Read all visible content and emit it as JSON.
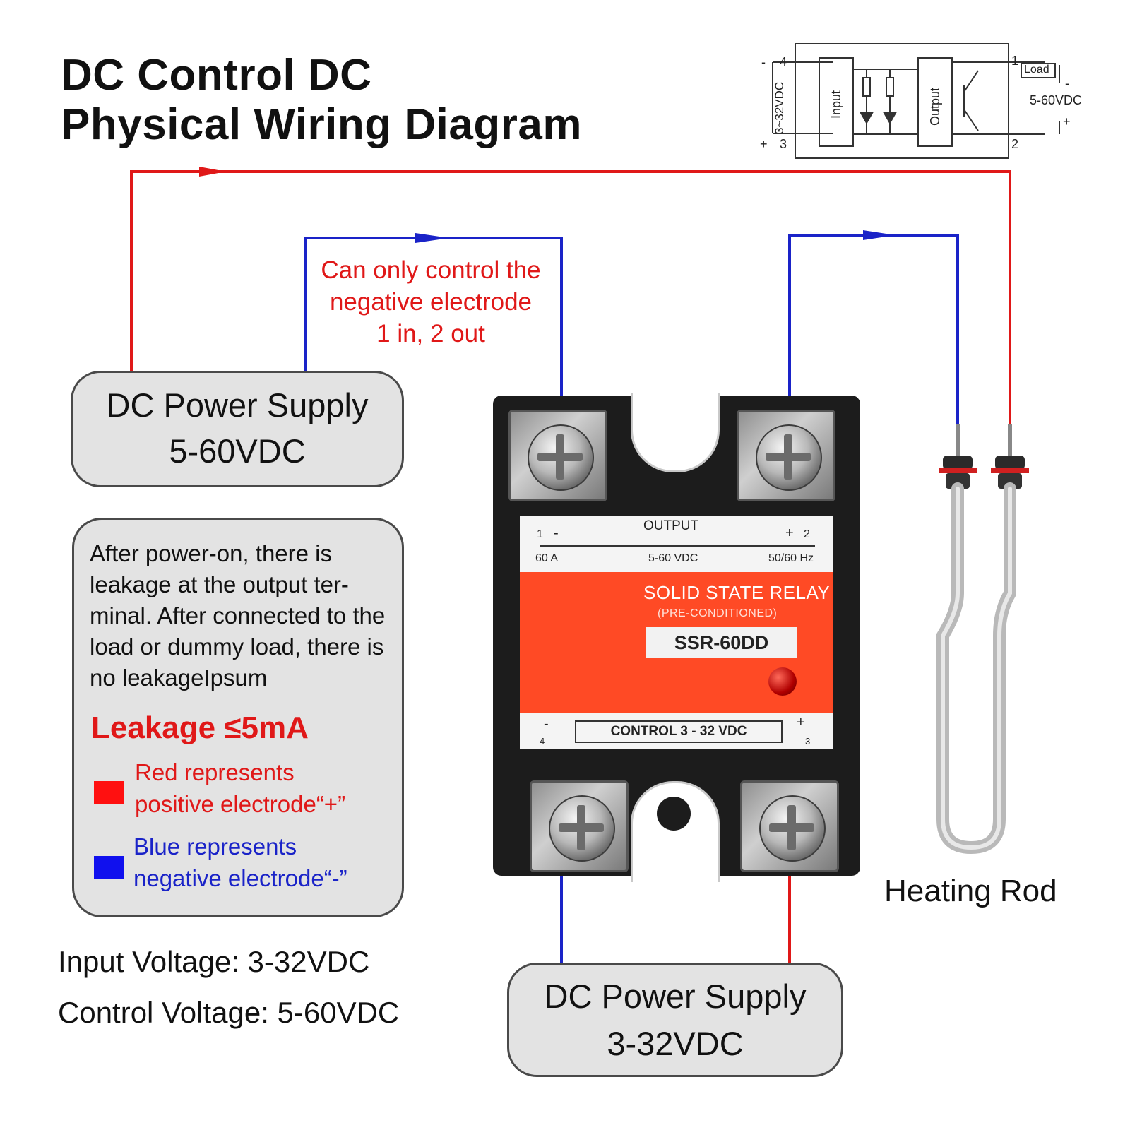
{
  "title": {
    "line1": "DC Control DC",
    "line2": "Physical Wiring Diagram"
  },
  "schematic": {
    "pin4": "4",
    "pin3": "3",
    "pin1": "1",
    "pin2": "2",
    "minus": "-",
    "plus": "+",
    "input_voltage": "3~32VDC",
    "input_block": "Input",
    "output_block": "Output",
    "load": "Load",
    "load_voltage": "5-60VDC"
  },
  "warning": {
    "line1": "Can only control the",
    "line2": "negative electrode",
    "line3": "1 in, 2 out"
  },
  "psu_top": {
    "line1": "DC Power Supply",
    "line2": "5-60VDC"
  },
  "note": {
    "text": "After power-on, there is leakage at the output ter-minal. After connected to the load or dummy load, there is no leakageIpsum",
    "leakage": "Leakage ≤5mA",
    "red_line1": "Red represents",
    "red_line2": "positive electrode“+”",
    "blue_line1": "Blue represents",
    "blue_line2": "negative electrode“-”"
  },
  "specs": {
    "input": "Input Voltage: 3-32VDC",
    "control": "Control Voltage: 5-60VDC"
  },
  "relay": {
    "output": "OUTPUT",
    "pin1": "1",
    "minus": "-",
    "plus": "+",
    "pin2": "2",
    "current": "60 A",
    "voltage": "5-60 VDC",
    "freq": "50/60 Hz",
    "title": "SOLID STATE RELAY",
    "subtitle": "(PRE-CONDITIONED)",
    "model": "SSR-60DD",
    "control": "CONTROL 3 - 32 VDC",
    "pin4": "4",
    "pin3": "3"
  },
  "psu_bottom": {
    "line1": "DC Power Supply",
    "line2": "3-32VDC"
  },
  "heating_rod": "Heating Rod",
  "colors": {
    "positive": "#e01818",
    "negative": "#1a23c8"
  }
}
